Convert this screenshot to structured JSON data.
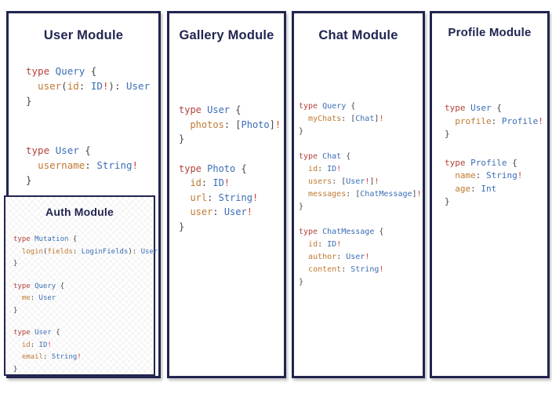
{
  "colors": {
    "navy": "#212550",
    "kw": "#b2423c",
    "type": "#3b6eb5",
    "field": "#bf7a33",
    "punct": "#47474b",
    "bang": "#ca4233",
    "card_bg": "#ffffff"
  },
  "modules": {
    "user": {
      "title": "User Module",
      "blocks": [
        [
          [
            [
              "k",
              "type "
            ],
            [
              "t",
              "Query "
            ],
            [
              "p",
              "{"
            ]
          ],
          [
            [
              "p",
              "  "
            ],
            [
              "f",
              "user"
            ],
            [
              "p",
              "("
            ],
            [
              "f",
              "id"
            ],
            [
              "p",
              ": "
            ],
            [
              "t",
              "ID"
            ],
            [
              "b",
              "!"
            ],
            [
              "p",
              "): "
            ],
            [
              "t",
              "User"
            ]
          ],
          [
            [
              "p",
              "}"
            ]
          ]
        ],
        [
          [
            [
              "k",
              "type "
            ],
            [
              "t",
              "User "
            ],
            [
              "p",
              "{"
            ]
          ],
          [
            [
              "p",
              "  "
            ],
            [
              "f",
              "username"
            ],
            [
              "p",
              ": "
            ],
            [
              "t",
              "String"
            ],
            [
              "b",
              "!"
            ]
          ],
          [
            [
              "p",
              "}"
            ]
          ]
        ]
      ]
    },
    "auth": {
      "title": "Auth Module",
      "blocks": [
        [
          [
            [
              "k",
              "type "
            ],
            [
              "t",
              "Mutation "
            ],
            [
              "p",
              "{"
            ]
          ],
          [
            [
              "p",
              "  "
            ],
            [
              "f",
              "login"
            ],
            [
              "p",
              "("
            ],
            [
              "f",
              "fields"
            ],
            [
              "p",
              ": "
            ],
            [
              "t",
              "LoginFields"
            ],
            [
              "p",
              "): "
            ],
            [
              "t",
              "User"
            ]
          ],
          [
            [
              "p",
              "}"
            ]
          ]
        ],
        [
          [
            [
              "k",
              "type "
            ],
            [
              "t",
              "Query "
            ],
            [
              "p",
              "{"
            ]
          ],
          [
            [
              "p",
              "  "
            ],
            [
              "f",
              "me"
            ],
            [
              "p",
              ": "
            ],
            [
              "t",
              "User"
            ]
          ],
          [
            [
              "p",
              "}"
            ]
          ]
        ],
        [
          [
            [
              "k",
              "type "
            ],
            [
              "t",
              "User "
            ],
            [
              "p",
              "{"
            ]
          ],
          [
            [
              "p",
              "  "
            ],
            [
              "f",
              "id"
            ],
            [
              "p",
              ": "
            ],
            [
              "t",
              "ID"
            ],
            [
              "b",
              "!"
            ]
          ],
          [
            [
              "p",
              "  "
            ],
            [
              "f",
              "email"
            ],
            [
              "p",
              ": "
            ],
            [
              "t",
              "String"
            ],
            [
              "b",
              "!"
            ]
          ],
          [
            [
              "p",
              "}"
            ]
          ]
        ]
      ]
    },
    "gallery": {
      "title": "Gallery Module",
      "blocks": [
        [
          [
            [
              "k",
              "type "
            ],
            [
              "t",
              "User "
            ],
            [
              "p",
              "{"
            ]
          ],
          [
            [
              "p",
              "  "
            ],
            [
              "f",
              "photos"
            ],
            [
              "p",
              ": ["
            ],
            [
              "t",
              "Photo"
            ],
            [
              "p",
              "]"
            ],
            [
              "b",
              "!"
            ]
          ],
          [
            [
              "p",
              "}"
            ]
          ]
        ],
        [
          [
            [
              "k",
              "type "
            ],
            [
              "t",
              "Photo "
            ],
            [
              "p",
              "{"
            ]
          ],
          [
            [
              "p",
              "  "
            ],
            [
              "f",
              "id"
            ],
            [
              "p",
              ": "
            ],
            [
              "t",
              "ID"
            ],
            [
              "b",
              "!"
            ]
          ],
          [
            [
              "p",
              "  "
            ],
            [
              "f",
              "url"
            ],
            [
              "p",
              ": "
            ],
            [
              "t",
              "String"
            ],
            [
              "b",
              "!"
            ]
          ],
          [
            [
              "p",
              "  "
            ],
            [
              "f",
              "user"
            ],
            [
              "p",
              ": "
            ],
            [
              "t",
              "User"
            ],
            [
              "b",
              "!"
            ]
          ],
          [
            [
              "p",
              "}"
            ]
          ]
        ]
      ]
    },
    "chat": {
      "title": "Chat Module",
      "blocks": [
        [
          [
            [
              "k",
              "type "
            ],
            [
              "t",
              "Query "
            ],
            [
              "p",
              "{"
            ]
          ],
          [
            [
              "p",
              "  "
            ],
            [
              "f",
              "myChats"
            ],
            [
              "p",
              ": ["
            ],
            [
              "t",
              "Chat"
            ],
            [
              "p",
              "]"
            ],
            [
              "b",
              "!"
            ]
          ],
          [
            [
              "p",
              "}"
            ]
          ]
        ],
        [
          [
            [
              "k",
              "type "
            ],
            [
              "t",
              "Chat "
            ],
            [
              "p",
              "{"
            ]
          ],
          [
            [
              "p",
              "  "
            ],
            [
              "f",
              "id"
            ],
            [
              "p",
              ": "
            ],
            [
              "t",
              "ID"
            ],
            [
              "b",
              "!"
            ]
          ],
          [
            [
              "p",
              "  "
            ],
            [
              "f",
              "users"
            ],
            [
              "p",
              ": ["
            ],
            [
              "t",
              "User"
            ],
            [
              "b",
              "!"
            ],
            [
              "p",
              "]"
            ],
            [
              "b",
              "!"
            ]
          ],
          [
            [
              "p",
              "  "
            ],
            [
              "f",
              "messages"
            ],
            [
              "p",
              ": ["
            ],
            [
              "t",
              "ChatMessage"
            ],
            [
              "p",
              "]"
            ],
            [
              "b",
              "!"
            ]
          ],
          [
            [
              "p",
              "}"
            ]
          ]
        ],
        [
          [
            [
              "k",
              "type "
            ],
            [
              "t",
              "ChatMessage "
            ],
            [
              "p",
              "{"
            ]
          ],
          [
            [
              "p",
              "  "
            ],
            [
              "f",
              "id"
            ],
            [
              "p",
              ": "
            ],
            [
              "t",
              "ID"
            ],
            [
              "b",
              "!"
            ]
          ],
          [
            [
              "p",
              "  "
            ],
            [
              "f",
              "author"
            ],
            [
              "p",
              ": "
            ],
            [
              "t",
              "User"
            ],
            [
              "b",
              "!"
            ]
          ],
          [
            [
              "p",
              "  "
            ],
            [
              "f",
              "content"
            ],
            [
              "p",
              ": "
            ],
            [
              "t",
              "String"
            ],
            [
              "b",
              "!"
            ]
          ],
          [
            [
              "p",
              "}"
            ]
          ]
        ]
      ]
    },
    "profile": {
      "title": "Profile Module",
      "blocks": [
        [
          [
            [
              "k",
              "type "
            ],
            [
              "t",
              "User "
            ],
            [
              "p",
              "{"
            ]
          ],
          [
            [
              "p",
              "  "
            ],
            [
              "f",
              "profile"
            ],
            [
              "p",
              ": "
            ],
            [
              "t",
              "Profile"
            ],
            [
              "b",
              "!"
            ]
          ],
          [
            [
              "p",
              "}"
            ]
          ]
        ],
        [
          [
            [
              "k",
              "type "
            ],
            [
              "t",
              "Profile "
            ],
            [
              "p",
              "{"
            ]
          ],
          [
            [
              "p",
              "  "
            ],
            [
              "f",
              "name"
            ],
            [
              "p",
              ": "
            ],
            [
              "t",
              "String"
            ],
            [
              "b",
              "!"
            ]
          ],
          [
            [
              "p",
              "  "
            ],
            [
              "f",
              "age"
            ],
            [
              "p",
              ": "
            ],
            [
              "t",
              "Int"
            ]
          ],
          [
            [
              "p",
              "}"
            ]
          ]
        ]
      ]
    }
  }
}
